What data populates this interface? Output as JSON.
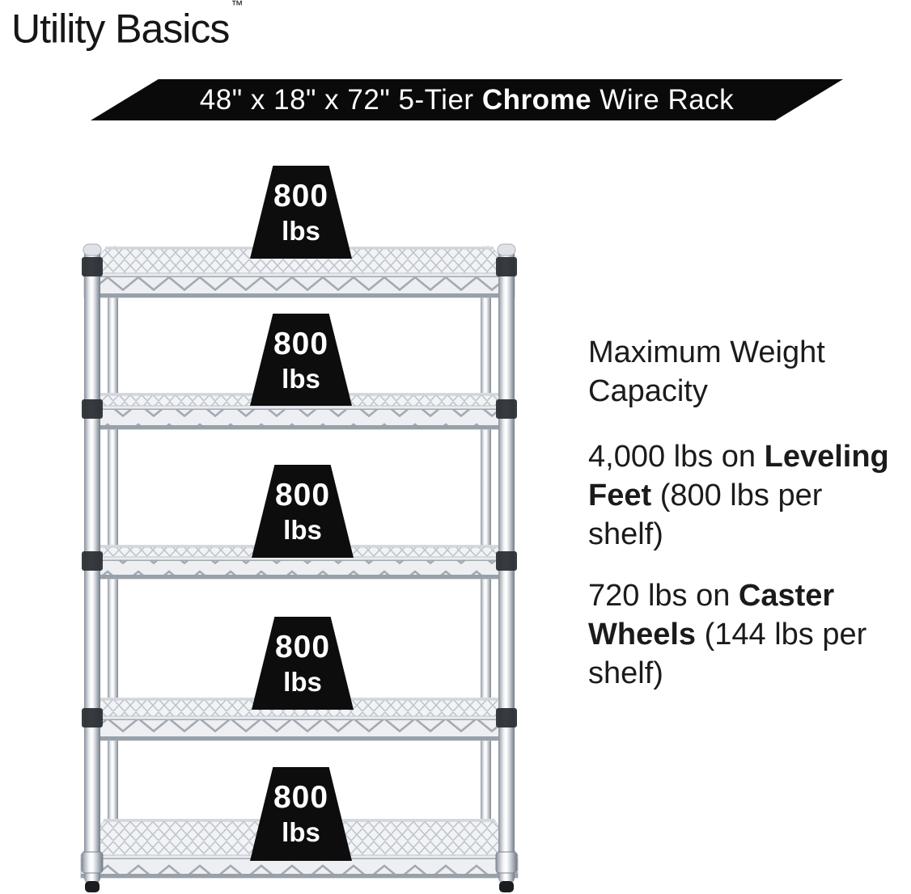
{
  "brand": {
    "name": "Utility Basics",
    "trademark": "™"
  },
  "banner": {
    "prefix": "48\" x 18\" x 72\" 5-Tier ",
    "highlight": "Chrome",
    "suffix": " Wire Rack"
  },
  "rack": {
    "description": "5-tier chrome wire shelving rack with leveling feet",
    "shelf_count": 5,
    "weights": [
      {
        "value": "800",
        "unit": "lbs"
      },
      {
        "value": "800",
        "unit": "lbs"
      },
      {
        "value": "800",
        "unit": "lbs"
      },
      {
        "value": "800",
        "unit": "lbs"
      },
      {
        "value": "800",
        "unit": "lbs"
      }
    ]
  },
  "specs": {
    "heading": {
      "line1": "Maximum Weight",
      "line2": "Capacity"
    },
    "leveling": {
      "l1a": "4,000 lbs on ",
      "l1b": "Leveling",
      "l2b": "Feet",
      "l2a": " (800 lbs per",
      "l3": "shelf)"
    },
    "caster": {
      "l1a": "720 lbs on ",
      "l1b": "Caster",
      "l2b": "Wheels",
      "l2a": " (144 lbs per",
      "l3": "shelf)"
    }
  },
  "colors": {
    "background": "#ffffff",
    "banner_bg": "#0a0a0a",
    "badge_bg": "#0d0d0e",
    "text": "#1b1b1b",
    "chrome_light": "#f2f4f6",
    "chrome_dark": "#8a9099"
  }
}
